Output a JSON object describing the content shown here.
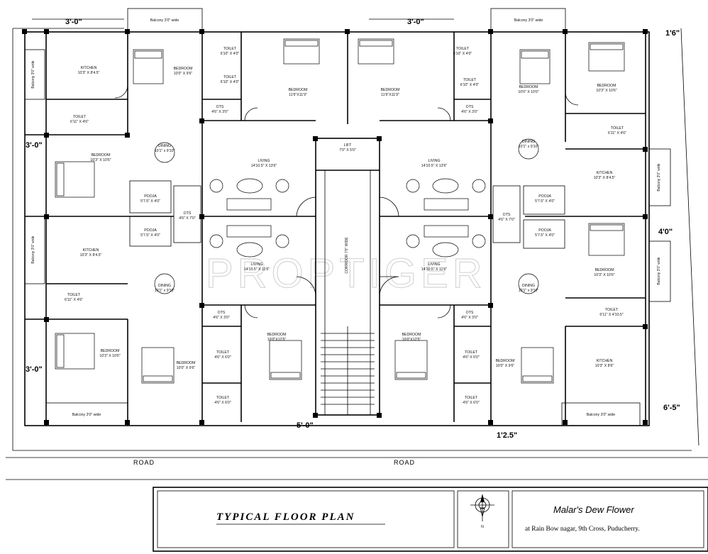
{
  "title_block": {
    "title": "TYPICAL   FLOOR   PLAN",
    "project": "Malar's Dew Flower",
    "address": "at Rain Bow nagar,  9th Cross,  Puducherry.",
    "north_label": "N"
  },
  "watermark": "PROPTIGER",
  "road_labels": [
    "ROAD",
    "ROAD"
  ],
  "dimensions": {
    "top_left": "3'-0\"",
    "top_center": "3'-0\"",
    "top_right": "1'6\"",
    "left_upper": "3'-0\"",
    "left_lower": "3'-0\"",
    "right_middle": "4'0\"",
    "right_lower": "6'-5\"",
    "bottom_center": "5'-0\"",
    "bottom_right": "1'2.5\""
  },
  "rooms": {
    "balcony_top_left": "Balcony 3'0\" wide",
    "balcony_top_right": "Balcony 3'0\" wide",
    "balcony_bottom_left": "Balcony 3'0\" wide",
    "balcony_bottom_right": "Balcony 3'0\" wide",
    "balcony_left_upper": "Balcony 3'0\" wide",
    "balcony_left_lower": "Balcony 3'0\" wide",
    "balcony_right_upper": "Balcony 3'0\" wide",
    "balcony_right_lower": "Balcony 3'0\" wide",
    "kitchen_tl": "KITCHEN",
    "kitchen_tl_size": "10'3\" X 8'4.5\"",
    "toilet_tl": "TOILET",
    "toilet_tl_size": "6'11\" X 4'6\"",
    "bedroom_tl_a": "BEDROOM",
    "bedroom_tl_a_size": "10'0\" X 9'6\"",
    "toilet_tc1": "TOILET",
    "toilet_tc1_size": "6'10\" X 4'0\"",
    "toilet_tc2": "TOILET",
    "toilet_tc2_size": "6'10\" X 4'0\"",
    "bedroom_tc_left": "BEDROOM",
    "bedroom_tc_left_size": "11'6\"X11'9\"",
    "bedroom_tc_right": "BEDROOM",
    "bedroom_tc_right_size": "11'6\"X11'9\"",
    "toilet_tc3": "TOILET",
    "toilet_tc3_size": "6'10\" X 4'0\"",
    "toilet_tc4": "TOILET",
    "toilet_tc4_size": "6'10\" X 4'0\"",
    "bedroom_tr_a": "BEDROOM",
    "bedroom_tr_a_size": "10'0\" X 10'0\"",
    "bedroom_tr_b": "BEDROOM",
    "bedroom_tr_b_size": "10'3\" X 10'6\"",
    "ots_1": "OTS",
    "ots_1_size": "4'6\" X 3'0\"",
    "ots_2": "OTS",
    "ots_2_size": "4'6\" X 3'0\"",
    "lift": "LIFT",
    "lift_size": "7'0\" X 5'0\"",
    "bedroom_ml_a": "BEDROOM",
    "bedroom_ml_a_size": "10'3\" X 10'6\"",
    "dining_ul": "DINING",
    "dining_ul_size": "10'1\" x 9'10\"",
    "living_ul": "LIVING",
    "living_ul_size": "14'10.5\" X 13'6\"",
    "living_ur": "LIVING",
    "living_ur_size": "14'10.5\" X 13'6\"",
    "dining_ur": "DINING",
    "dining_ur_size": "10'1\" x 9'10\"",
    "toilet_r1": "TOILET",
    "toilet_r1_size": "6'11\" X 4'6\"",
    "kitchen_r1": "KITCHEN",
    "kitchen_r1_size": "10'3\" X 8'4.5\"",
    "pooja_l1": "POOJA",
    "pooja_l1_size": "5'7.5\" X 4'0\"",
    "pooja_r1": "POOJA",
    "pooja_r1_size": "5'7.5\" X 4'0\"",
    "ots_ml": "OTS",
    "ots_ml_size": "4'6\" X 7'0\"",
    "ots_mr": "OTS",
    "ots_mr_size": "4'6\" X 7'0\"",
    "kitchen_ml": "KITCHEN",
    "kitchen_ml_size": "10'3\" X 8'4.5\"",
    "pooja_l2": "POOJA",
    "pooja_l2_size": "5'7.5\" X 4'0\"",
    "pooja_r2": "POOJA",
    "pooja_r2_size": "5'7.5\" X 4'0\"",
    "living_ll": "LIVING",
    "living_ll_size": "14'10.5\" X 11'6\"",
    "living_lr": "LIVING",
    "living_lr_size": "14'10.5\" X 11'6\"",
    "corridor": "CORRIDOR 7'0\" WIDE",
    "bedroom_mr": "BEDROOM",
    "bedroom_mr_size": "10'3\" X 10'6\"",
    "dining_ll": "DINING",
    "dining_ll_size": "10'1\" x 9'10\"",
    "dining_lr": "DINING",
    "dining_lr_size": "10'1\" x 9'10\"",
    "toilet_ll": "TOILET",
    "toilet_ll_size": "6'11\" X 4'6\"",
    "toilet_lr": "TOILET",
    "toilet_lr_size": "6'11\" X 4'10.5\"",
    "ots_bl": "OTS",
    "ots_bl_size": "4'6\" X 3'0\"",
    "ots_br": "OTS",
    "ots_br_size": "4'6\" X 3'0\"",
    "bedroom_bc_left": "BEDROOM",
    "bedroom_bc_left_size": "10'0\"X12'5\"",
    "bedroom_bc_right": "BEDROOM",
    "bedroom_bc_right_size": "10'0\"X12'5\"",
    "bedroom_bl_a": "BEDROOM",
    "bedroom_bl_a_size": "10'3\" X 10'6\"",
    "bedroom_bl_b": "BEDROOM",
    "bedroom_bl_b_size": "10'0\" X 9'6\"",
    "toilet_bc1": "TOILET",
    "toilet_bc1_size": "4'6\" X 6'0\"",
    "toilet_bc2": "TOILET",
    "toilet_bc2_size": "4'6\" X 6'0\"",
    "toilet_bc3": "TOILET",
    "toilet_bc3_size": "4'6\" X 6'0\"",
    "toilet_bc4": "TOILET",
    "toilet_bc4_size": "4'6\" X 6'0\"",
    "bedroom_br_a": "BEDROOM",
    "bedroom_br_a_size": "10'0\" X 9'6\"",
    "kitchen_br": "KITCHEN",
    "kitchen_br_size": "10'3\" X 8'6\""
  }
}
